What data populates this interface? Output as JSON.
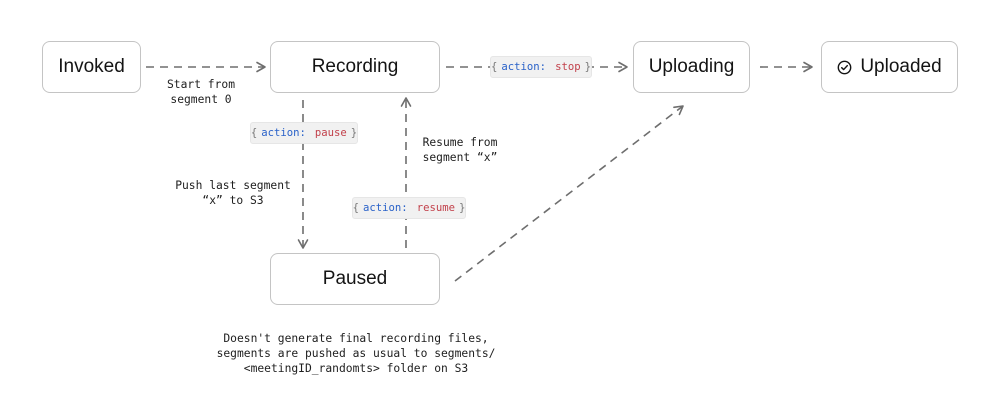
{
  "nodes": {
    "invoked": "Invoked",
    "recording": "Recording",
    "uploading": "Uploading",
    "uploaded": "Uploaded",
    "paused": "Paused"
  },
  "icons": {
    "uploaded": "check-circle-icon"
  },
  "tags": {
    "stop": {
      "open": "{",
      "key": "action:",
      "value": "stop",
      "close": "}"
    },
    "pause": {
      "open": "{",
      "key": "action:",
      "value": "pause",
      "close": "}"
    },
    "resume": {
      "open": "{",
      "key": "action:",
      "value": "resume",
      "close": "}"
    }
  },
  "labels": {
    "start": [
      "Start from",
      "segment 0"
    ],
    "resume": [
      "Resume from",
      "segment “x”"
    ],
    "push": [
      "Push last segment",
      "“x” to S3"
    ],
    "note": [
      "Doesn't generate final recording files,",
      "segments are pushed as usual to segments/",
      "<meetingID_randomts> folder on S3"
    ]
  },
  "colors": {
    "key": "#2a62c9",
    "value": "#c2414b",
    "arrow": "#6e6e6e",
    "border": "#c4c4c4"
  }
}
